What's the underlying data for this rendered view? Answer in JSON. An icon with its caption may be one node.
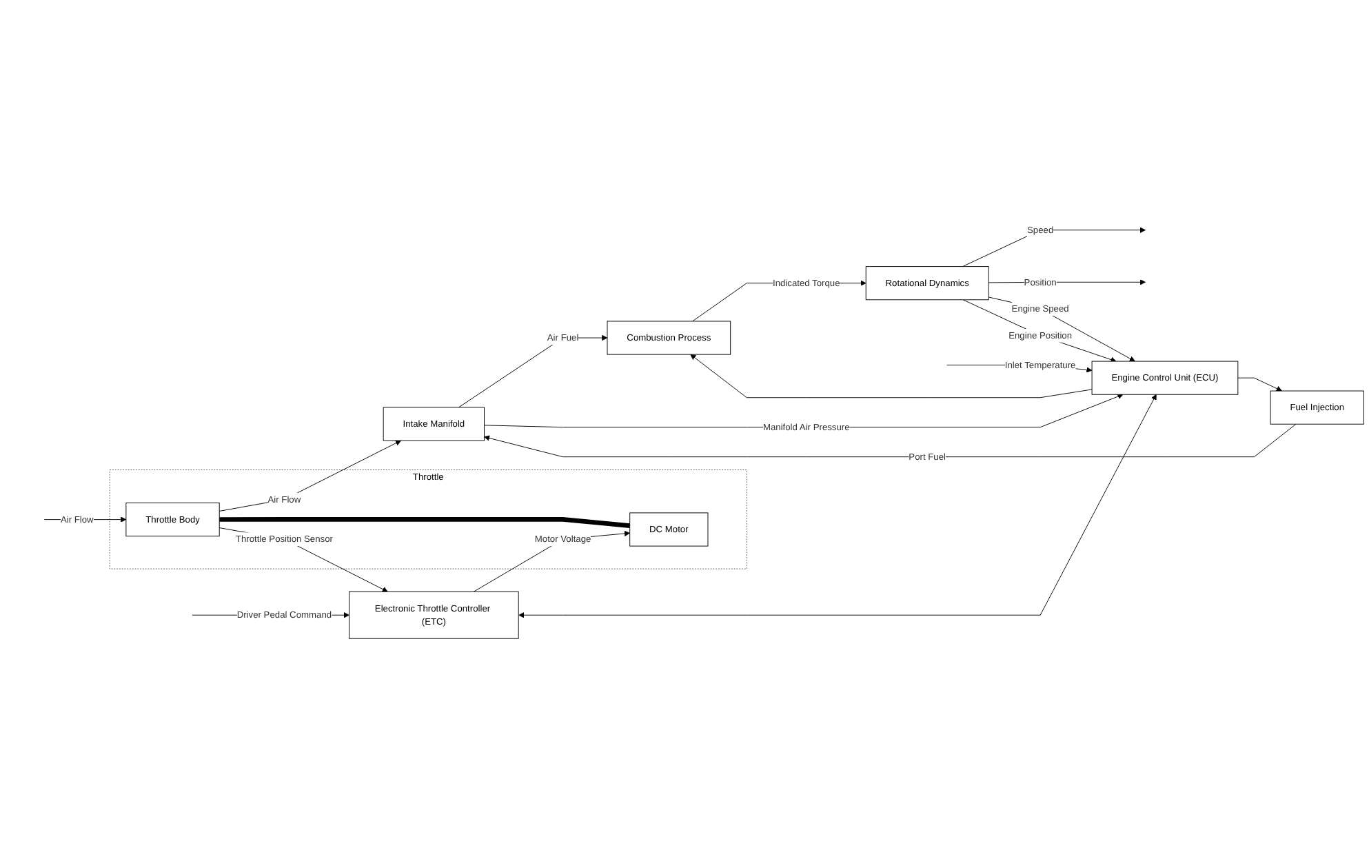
{
  "diagram": {
    "nodes": [
      {
        "text": [
          "Throttle"
        ]
      },
      {
        "text": [
          "Throttle Body"
        ],
        "in": 0
      },
      {
        "text": [
          "DC Motor"
        ],
        "in": 0
      },
      {
        "text": [
          "Intake Manifold"
        ]
      },
      {
        "text": [
          "Combustion Process"
        ]
      },
      {
        "text": [
          "Rotational Dynamics"
        ]
      },
      {
        "text": [
          "Fuel Injection"
        ]
      },
      {
        "text": [
          "Electronic Throttle Controller (ETC)"
        ]
      },
      {
        "text": [
          "Engine Control Unit (ECU)"
        ]
      }
    ],
    "edges": [
      {
        "from": null,
        "to": 1,
        "arrow": "to",
        "label": "Air Flow"
      },
      {
        "from": 1,
        "to": 3,
        "arrow": "to",
        "label": "Air Flow"
      },
      {
        "from": 3,
        "to": 4,
        "arrow": "to",
        "label": "Air Fuel"
      },
      {
        "from": 4,
        "to": 5,
        "arrow": "to",
        "label": "Indicated Torque"
      },
      {
        "from": 5,
        "to": null,
        "arrow": "to",
        "label": "Speed"
      },
      {
        "from": 5,
        "to": null,
        "arrow": "to",
        "label": "Position"
      },
      {
        "from": 1,
        "to": 2,
        "arrow": "none",
        "style": "thick"
      },
      {
        "from": 6,
        "to": 3,
        "arrow": "to",
        "label": "Port Fuel"
      },
      {
        "from": 7,
        "to": 2,
        "arrow": "to",
        "label": "Motor Voltage"
      },
      {
        "from": 1,
        "to": 7,
        "arrow": "to",
        "label": "Throttle Position Sensor"
      },
      {
        "from": 7,
        "to": 8,
        "arrow": "both"
      },
      {
        "from": null,
        "to": 7,
        "arrow": "to",
        "label": "Driver Pedal Command"
      },
      {
        "from": 3,
        "to": 8,
        "arrow": "to",
        "label": "Manifold Air Pressure"
      },
      {
        "from": 8,
        "to": 4,
        "arrow": "to"
      },
      {
        "from": 8,
        "to": 6,
        "arrow": "to"
      },
      {
        "from": 5,
        "to": 8,
        "arrow": "to",
        "label": "Engine Speed"
      },
      {
        "from": 5,
        "to": 8,
        "arrow": "to",
        "label": "Engine Position"
      },
      {
        "from": null,
        "to": 8,
        "arrow": "to",
        "label": "Inlet Temperature"
      }
    ]
  }
}
